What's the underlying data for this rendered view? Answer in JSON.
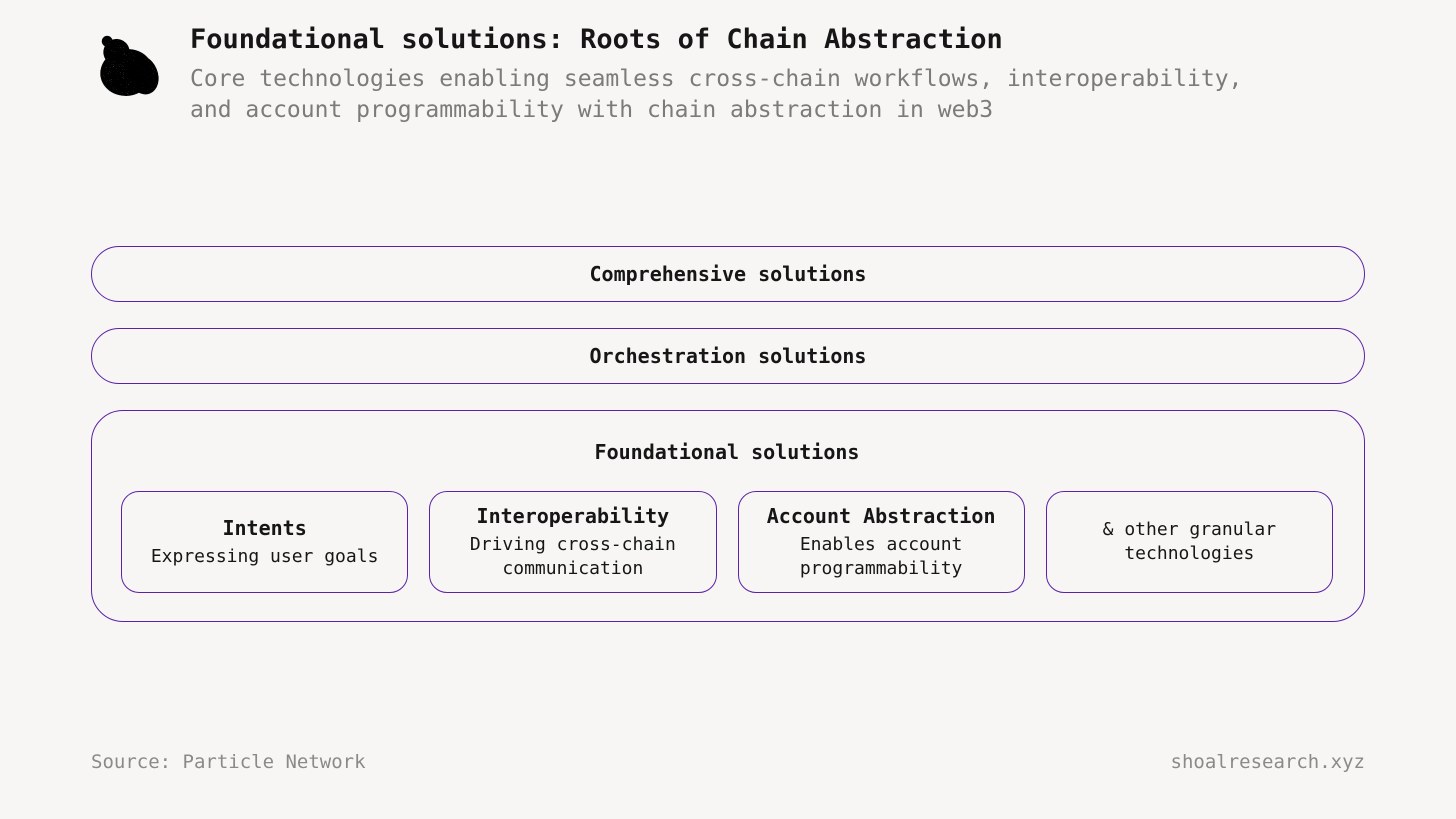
{
  "page": {
    "background_color": "#f7f6f4",
    "accent_border_color": "#5b21a8",
    "text_color": "#1a1a1a",
    "muted_text_color": "#7c7b78"
  },
  "header": {
    "logo_icon": "seashell-logo",
    "title": "Foundational solutions: Roots of Chain Abstraction",
    "subtitle_line1": "Core technologies enabling seamless cross-chain workflows, interoperability,",
    "subtitle_line2": "and account programmability with chain abstraction in web3"
  },
  "diagram": {
    "layers": [
      {
        "label": "Comprehensive solutions"
      },
      {
        "label": "Orchestration solutions"
      },
      {
        "label": "Foundational solutions",
        "children": [
          {
            "title": "Intents",
            "description": "Expressing user goals"
          },
          {
            "title": "Interoperability",
            "description": "Driving cross-chain communication"
          },
          {
            "title": "Account Abstraction",
            "description": "Enables account programmability"
          },
          {
            "title": "",
            "description": "& other granular technologies"
          }
        ]
      }
    ]
  },
  "footer": {
    "source": "Source: Particle Network",
    "website": "shoalresearch.xyz"
  }
}
